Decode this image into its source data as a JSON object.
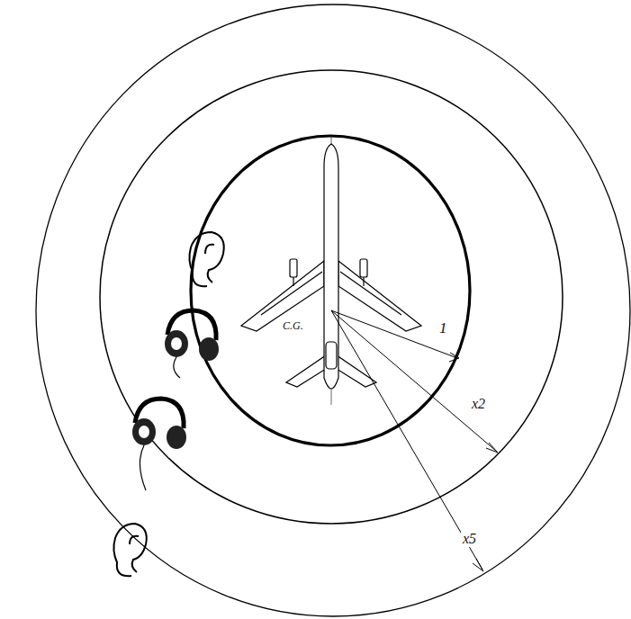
{
  "diagram": {
    "labels": [
      "C.G.",
      "1",
      "x2",
      "x5"
    ]
  }
}
